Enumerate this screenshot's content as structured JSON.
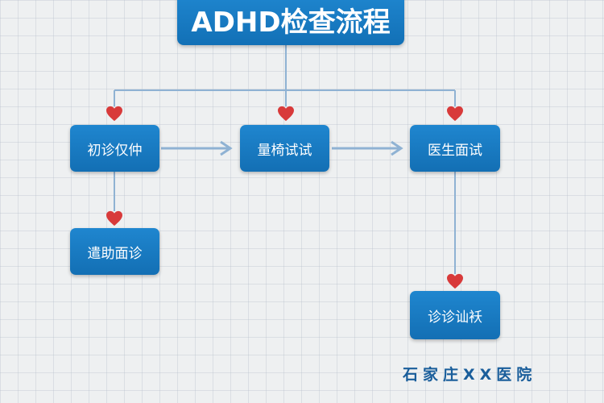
{
  "title": "ADHD检查流程",
  "steps": {
    "step1": "初诊仅仲",
    "step2": "量椅试试",
    "step3": "医生面试",
    "step4": "遣助面诊",
    "step5": "诊诊讪袄"
  },
  "footer": "石家庄XX医院",
  "colors": {
    "box": "#1877c2",
    "line": "#8fb2d3",
    "heart": "#d83a3a",
    "footer_text": "#1a5e9b",
    "background": "#eef0f1"
  },
  "icons": [
    "heart-icon",
    "arrow-right-icon"
  ]
}
